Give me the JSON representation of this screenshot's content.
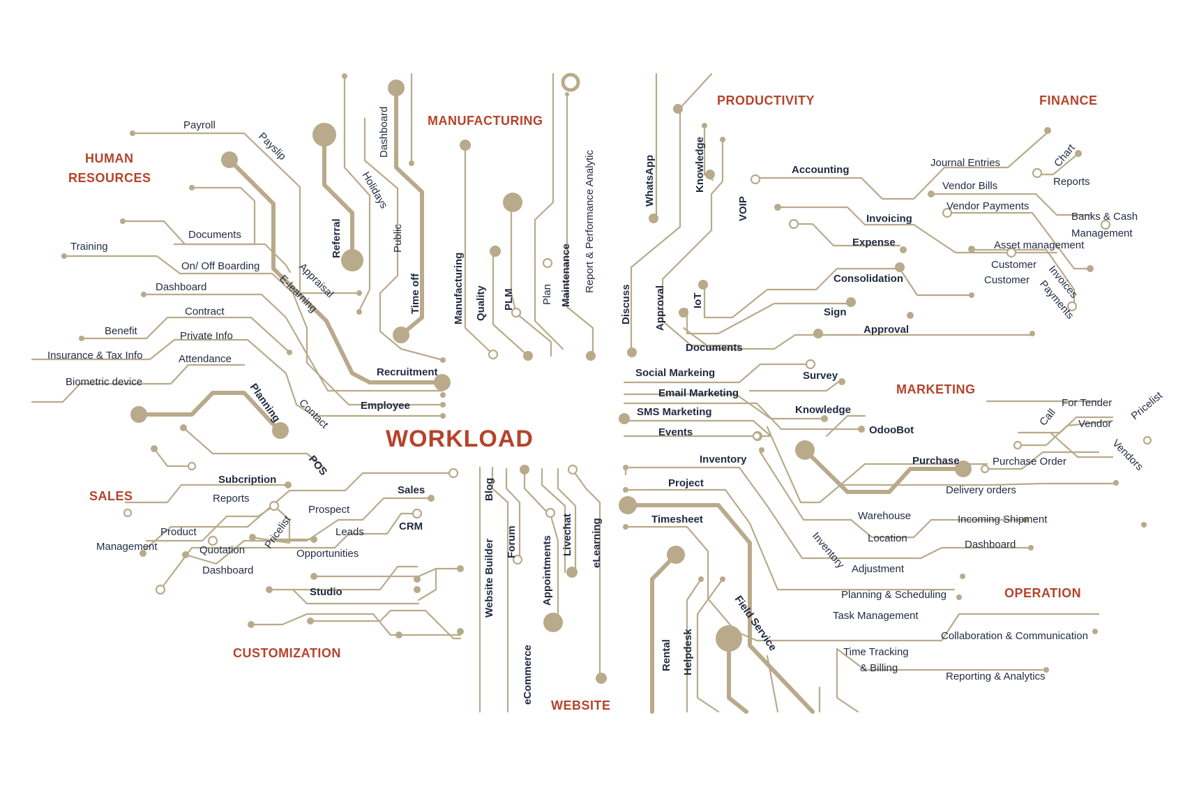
{
  "title": "WORKLOAD",
  "colors": {
    "accent": "#b5432a",
    "trace": "#b8aa8a",
    "text": "#1f2940"
  },
  "categories": {
    "hr_1": "HUMAN",
    "hr_2": "RESOURCES",
    "manufacturing": "MANUFACTURING",
    "productivity": "PRODUCTIVITY",
    "finance": "FINANCE",
    "marketing": "MARKETING",
    "sales": "SALES",
    "operation": "OPERATION",
    "customization": "CUSTOMIZATION",
    "website": "WEBSITE"
  },
  "hr": {
    "payroll": "Payroll",
    "payslip": "Payslip",
    "documents": "Documents",
    "training": "Training",
    "onboarding": "On/ Off Boarding",
    "dashboard": "Dashboard",
    "contract": "Contract",
    "benefit": "Benefit",
    "private_info": "Private Info",
    "insurance": "Insurance & Tax Info",
    "attendance": "Attendance",
    "biometric": "Biometric device",
    "appraisal": "Appraisal",
    "elearning": "E-learning",
    "planning": "Planning",
    "contact": "Contact",
    "referral": "Referral",
    "holidays": "Holidays",
    "hr_dashboard": "Dashboard",
    "public": "Public",
    "time_off": "Time off",
    "recruitment": "Recruitment",
    "employee": "Employee"
  },
  "manufacturing": {
    "manufacturing": "Manufacturing",
    "quality": "Quality",
    "plm": "PLM",
    "plan": "Plan",
    "maintenance": "Maintenance",
    "report": "Report & Performance Analytic"
  },
  "productivity": {
    "whatsapp": "WhatsApp",
    "knowledge": "Knowledge",
    "voip": "VOIP",
    "discuss": "Discuss",
    "approval_v": "Approval",
    "iot": "IoT",
    "documents": "Documents",
    "sign": "Sign",
    "approval": "Approval",
    "accounting": "Accounting",
    "invoicing": "Invoicing",
    "expense": "Expense",
    "consolidation": "Consolidation"
  },
  "finance": {
    "journal": "Journal Entries",
    "chart": "Chart",
    "reports": "Reports",
    "vendor_bills": "Vendor Bills",
    "vendor_payments": "Vendor Payments",
    "banks_1": "Banks & Cash",
    "banks_2": "Management",
    "asset": "Asset management",
    "customer_invoices_1": "Customer",
    "customer_invoices_2": "Invoices",
    "customer_payments_1": "Customer",
    "customer_payments_2": "Payments"
  },
  "marketing": {
    "social": "Social Markeing",
    "email": "Email Marketing",
    "sms": "SMS Marketing",
    "events": "Events",
    "survey": "Survey",
    "knowledge": "Knowledge",
    "odoobot": "OdooBot"
  },
  "operation": {
    "call": "Call",
    "for_tender": "For Tender",
    "pricelist": "Pricelist",
    "vendor": "Vendor",
    "vendors": "Vendors",
    "inventory": "Inventory",
    "purchase": "Purchase",
    "purchase_order": "Purchase Order",
    "project": "Project",
    "delivery": "Delivery orders",
    "warehouse": "Warehouse",
    "incoming": "Incoming Shipment",
    "timesheet": "Timesheet",
    "location": "Location",
    "dashboard": "Dashboard",
    "inventory_adj": "Inventory",
    "adjustment": "Adjustment",
    "planning": "Planning & Scheduling",
    "task": "Task Management",
    "collaboration": "Collaboration & Communication",
    "time_tracking_1": "Time Tracking",
    "time_tracking_2": "& Billing",
    "reporting": "Reporting & Analytics",
    "rental": "Rental",
    "helpdesk": "Helpdesk",
    "field_service": "Field Service"
  },
  "sales": {
    "pos": "POS",
    "subscription": "Subcription",
    "reports": "Reports",
    "sales": "Sales",
    "prospect": "Prospect",
    "product_1": "Product",
    "product_2": "Management",
    "pricelist": "Pricelist",
    "leads": "Leads",
    "crm": "CRM",
    "quotation": "Quotation",
    "opportunities": "Opportunities",
    "dashboard": "Dashboard",
    "studio": "Studio"
  },
  "website": {
    "blog": "Blog",
    "website_builder": "Website Builder",
    "forum": "Forum",
    "appointments": "Appointments",
    "livechat": "Livechat",
    "elearning": "eLearning",
    "ecommerce": "eCommerce"
  }
}
